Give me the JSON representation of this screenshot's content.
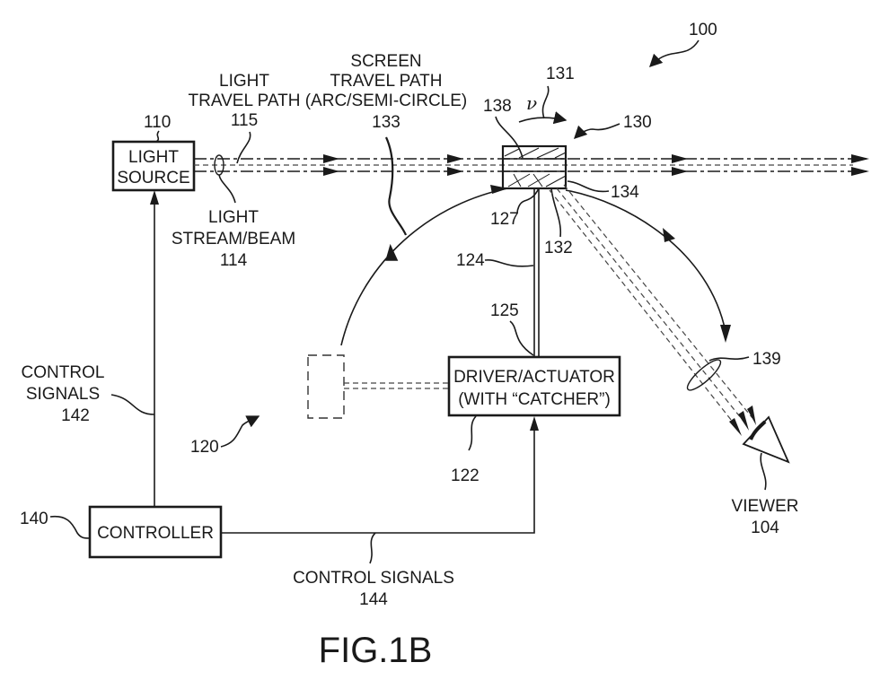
{
  "figure": {
    "title": "FIG.1B",
    "system_ref": "100"
  },
  "components": {
    "light_source": {
      "label_lines": [
        "LIGHT",
        "SOURCE"
      ],
      "ref": "110"
    },
    "light_travel_path": {
      "label_lines": [
        "LIGHT",
        "TRAVEL PATH"
      ],
      "ref": "115"
    },
    "light_stream": {
      "label_lines": [
        "LIGHT",
        "STREAM/BEAM"
      ],
      "ref": "114"
    },
    "screen_travel_path": {
      "label_lines": [
        "SCREEN",
        "TRAVEL PATH",
        "(ARC/SEMI-CIRCLE)"
      ],
      "ref": "133"
    },
    "screen_assembly": {
      "ref": "130"
    },
    "velocity": {
      "symbol": "ν",
      "ref": "131"
    },
    "screen_front": {
      "ref": "138"
    },
    "screen_mount": {
      "ref": "127"
    },
    "screen_rear": {
      "ref": "134"
    },
    "screen_surface": {
      "ref": "132"
    },
    "rod": {
      "ref": "124"
    },
    "rod_joint": {
      "ref": "125"
    },
    "driver": {
      "label_lines": [
        "DRIVER/ACTUATOR",
        "(WITH “CATCHER”)"
      ],
      "ref": "122"
    },
    "screen_system": {
      "ref": "120"
    },
    "lens": {
      "ref": "139"
    },
    "viewer": {
      "label": "VIEWER",
      "ref": "104"
    },
    "control_signals_142": {
      "label_lines": [
        "CONTROL",
        "SIGNALS"
      ],
      "ref": "142"
    },
    "controller": {
      "label": "CONTROLLER",
      "ref": "140"
    },
    "control_signals_144": {
      "label": "CONTROL SIGNALS",
      "ref": "144"
    }
  }
}
